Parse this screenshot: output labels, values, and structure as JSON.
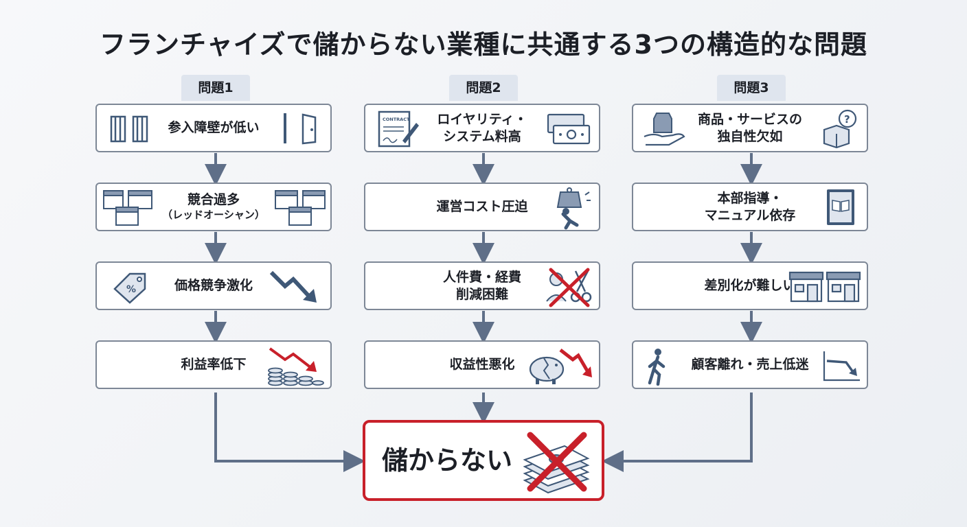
{
  "title": "フランチャイズで儲からない業種に共通する3つの構造的な問題",
  "columns": [
    {
      "tag": "問題1",
      "steps": [
        {
          "text": "参入障壁が低い",
          "icons": [
            "open-gate-icon",
            "open-door-icon"
          ]
        },
        {
          "text": "競合過多",
          "sub": "（レッドオーシャン）",
          "icons": [
            "crowded-shops-icon",
            "crowded-shops-icon"
          ]
        },
        {
          "text": "価格競争激化",
          "icons": [
            "price-tag-icon",
            "falling-arrow-icon"
          ]
        },
        {
          "text": "利益率低下",
          "icons": [
            "shrinking-coins-icon"
          ]
        }
      ]
    },
    {
      "tag": "問題2",
      "steps": [
        {
          "text": "ロイヤリティ・",
          "text2": "システム料高",
          "icons": [
            "contract-icon",
            "money-bills-icon"
          ],
          "contract_word": "CONTRACT"
        },
        {
          "text": "運営コスト圧迫",
          "icons": [
            "heavy-weight-person-icon"
          ]
        },
        {
          "text": "人件費・経費",
          "text2": "削減困難",
          "icons": [
            "crossed-out-scissors-icon"
          ]
        },
        {
          "text": "収益性悪化",
          "icons": [
            "broken-piggy-bank-icon"
          ]
        }
      ]
    },
    {
      "tag": "問題3",
      "steps": [
        {
          "text": "商品・サービスの",
          "text2": "独自性欠如",
          "icons": [
            "product-in-hand-icon",
            "question-box-icon"
          ]
        },
        {
          "text": "本部指導・",
          "text2": "マニュアル依存",
          "icons": [
            "manual-book-icon"
          ]
        },
        {
          "text": "差別化が難しい",
          "icons": [
            "identical-shops-icon"
          ]
        },
        {
          "text": "顧客離れ・売上低迷",
          "icons": [
            "walking-away-icon",
            "declining-chart-icon"
          ]
        }
      ]
    }
  ],
  "result": {
    "text": "儲からない",
    "icon": "crossed-out-money-icon"
  },
  "colors": {
    "accent_red": "#c8202a",
    "connector": "#5f6f88",
    "icon_blue": "#3f5877",
    "tag_bg": "#dfe5ee"
  }
}
